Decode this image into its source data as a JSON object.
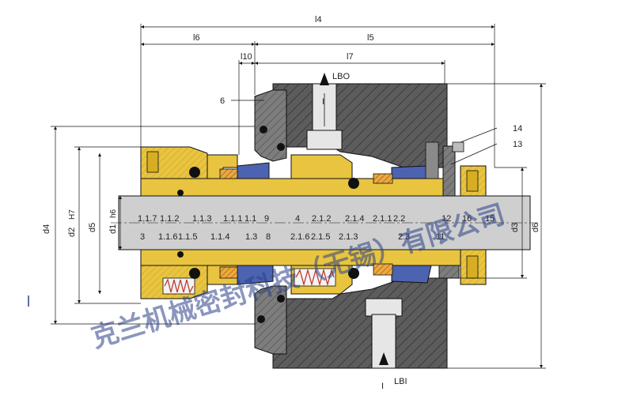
{
  "dimensions": {
    "l4": "l4",
    "l6": "l6",
    "l5": "l5",
    "l10": "l10",
    "l7": "l7",
    "d4": "d4",
    "d2": "d2",
    "h7": "H7",
    "d5": "d5",
    "d1": "d1",
    "h6": "h6",
    "d3": "d3",
    "d6": "d6"
  },
  "ports": {
    "lbo": "LBO",
    "lbi": "LBI",
    "marker": "I"
  },
  "callouts": {
    "c6": "6",
    "c14": "14",
    "c13": "13"
  },
  "upper_labels": [
    "1.1.7",
    "1.1.2",
    "1.1.3",
    "1.1.1",
    "1.1",
    "9",
    "4",
    "2.1.2",
    "2.1.4",
    "2.1.1",
    "2.2",
    "12",
    "16",
    "15"
  ],
  "lower_labels": [
    "3",
    "1.1.6",
    "1.1.5",
    "1.1.4",
    "1.3",
    "8",
    "2.1.6",
    "2.1.5",
    "2.1.3",
    "2.3",
    "11"
  ],
  "watermark": "克兰机械密封科技（无锡）有限公司",
  "colors": {
    "housing": "#5a5a5a",
    "housing_light": "#7a7a7a",
    "brass": "#e8c440",
    "shaft": "#cfcfcf",
    "seal_blue": "#4b63b0",
    "oring": "#111111",
    "face_orange": "#e89a30",
    "line": "#111111"
  }
}
